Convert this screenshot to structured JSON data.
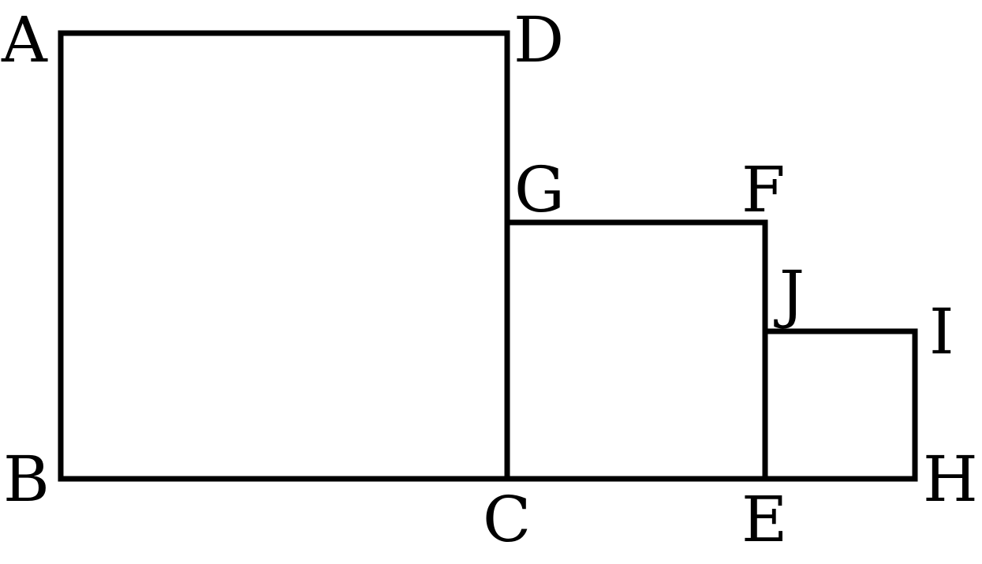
{
  "labels": {
    "A": "A",
    "B": "B",
    "C": "C",
    "D": "D",
    "E": "E",
    "F": "F",
    "G": "G",
    "H": "H",
    "I": "I",
    "J": "J"
  },
  "colors": {
    "stroke": "#000000",
    "background": "#ffffff"
  }
}
